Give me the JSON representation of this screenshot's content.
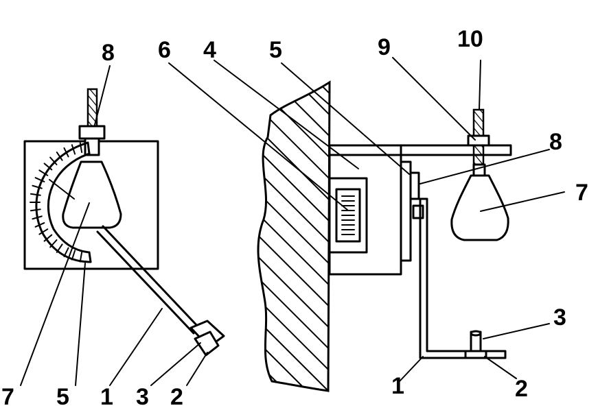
{
  "left_view": {
    "labels": {
      "l8": "8",
      "l7": "7",
      "l5": "5",
      "l1": "1",
      "l3": "3",
      "l2": "2"
    }
  },
  "right_view": {
    "labels": {
      "l6": "6",
      "l4": "4",
      "l5": "5",
      "l9": "9",
      "l10": "10",
      "l8": "8",
      "l7": "7",
      "l3": "3",
      "l1": "1",
      "l2": "2"
    }
  }
}
